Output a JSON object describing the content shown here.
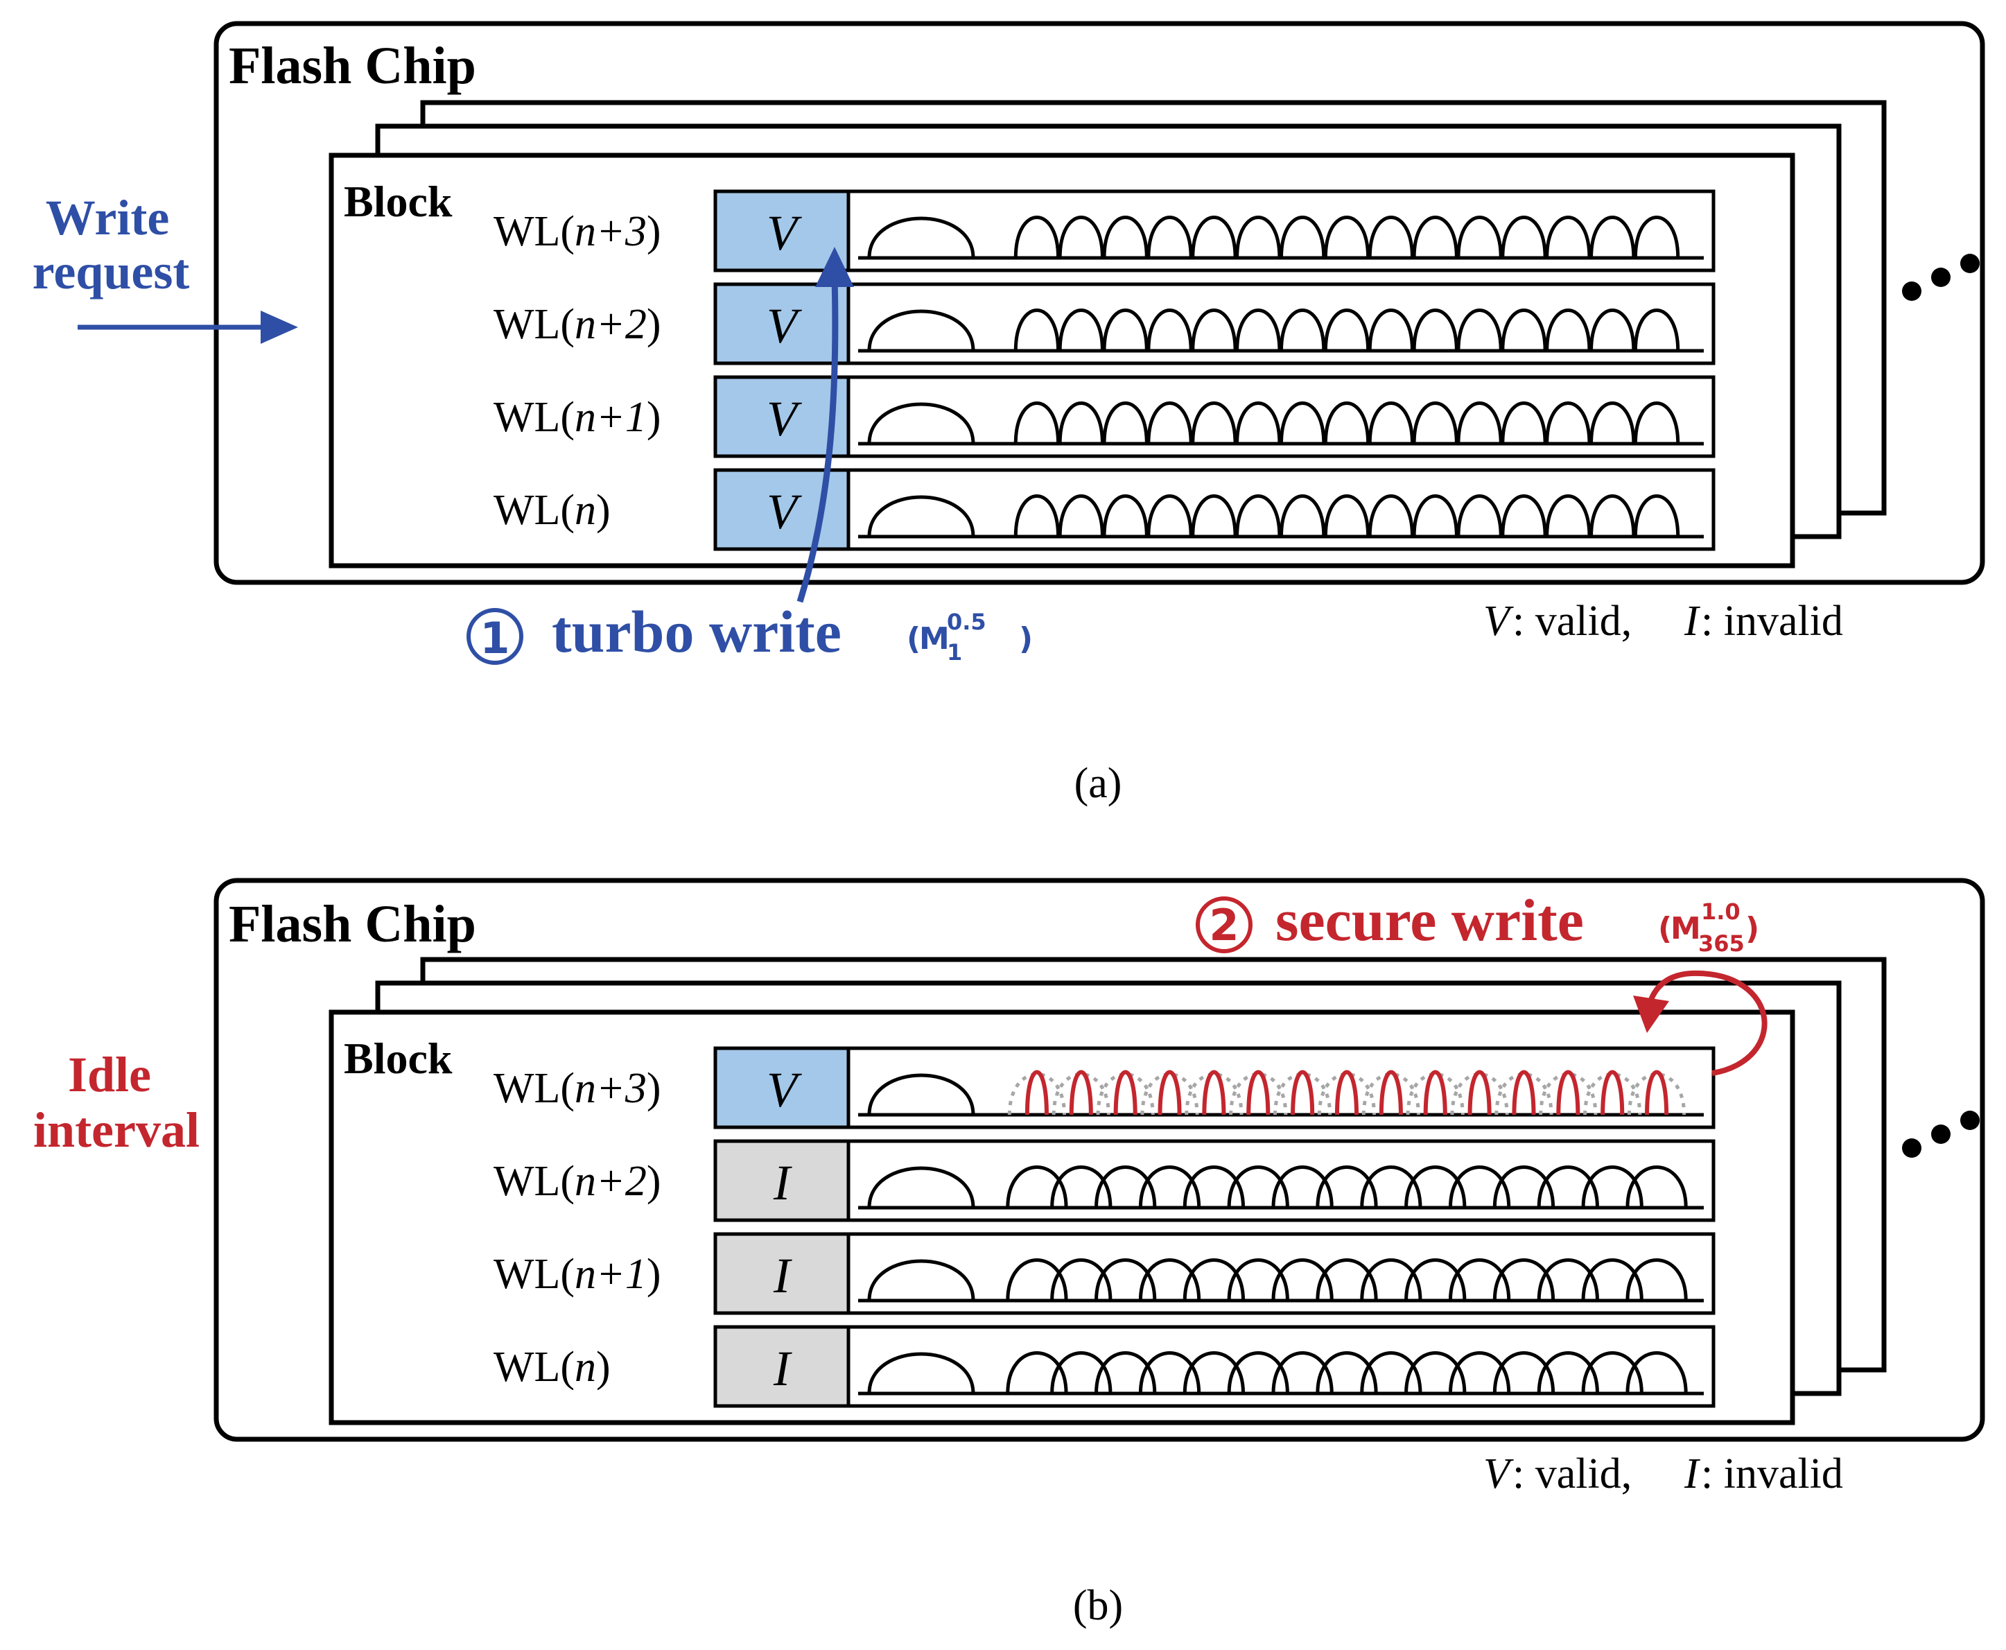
{
  "panel_a": {
    "chip_label": "Flash Chip",
    "block_label": "Block",
    "input_label_line1": "Write",
    "input_label_line2": "request",
    "rows": [
      {
        "wl_prefix": "WL(",
        "wl_var": "n",
        "wl_suffix": "+3",
        "close": ")",
        "state": "V"
      },
      {
        "wl_prefix": "WL(",
        "wl_var": "n",
        "wl_suffix": "+2",
        "close": ")",
        "state": "V"
      },
      {
        "wl_prefix": "WL(",
        "wl_var": "n",
        "wl_suffix": "+1",
        "close": ")",
        "state": "V"
      },
      {
        "wl_prefix": "WL(",
        "wl_var": "n",
        "wl_suffix": "",
        "close": ")",
        "state": "V"
      }
    ],
    "op_number": "1",
    "op_label": "turbo write",
    "op_mode_base": "M",
    "op_mode_sub": "1",
    "op_mode_sup": "0.5",
    "legend_v": "V",
    "legend_v_text": ": valid,",
    "legend_i": "I",
    "legend_i_text": ": invalid",
    "caption": "(a)"
  },
  "panel_b": {
    "chip_label": "Flash Chip",
    "block_label": "Block",
    "input_label_line1": "Idle",
    "input_label_line2": "interval",
    "rows": [
      {
        "wl_prefix": "WL(",
        "wl_var": "n",
        "wl_suffix": "+3",
        "close": ")",
        "state": "V"
      },
      {
        "wl_prefix": "WL(",
        "wl_var": "n",
        "wl_suffix": "+2",
        "close": ")",
        "state": "I"
      },
      {
        "wl_prefix": "WL(",
        "wl_var": "n",
        "wl_suffix": "+1",
        "close": ")",
        "state": "I"
      },
      {
        "wl_prefix": "WL(",
        "wl_var": "n",
        "wl_suffix": "",
        "close": ")",
        "state": "I"
      }
    ],
    "op_number": "2",
    "op_label": "secure write",
    "op_mode_base": "M",
    "op_mode_sub": "365",
    "op_mode_sup": "1.0",
    "legend_v": "V",
    "legend_v_text": ": valid,",
    "legend_i": "I",
    "legend_i_text": ": invalid",
    "caption": "(b)"
  },
  "colors": {
    "valid_fill": "#a4c8e9",
    "invalid_fill": "#d9d9d9",
    "turbo_blue": "#2f4fa6",
    "secure_red": "#c4262e",
    "dotted_gray": "#a6a6a6",
    "stroke": "#000000"
  }
}
